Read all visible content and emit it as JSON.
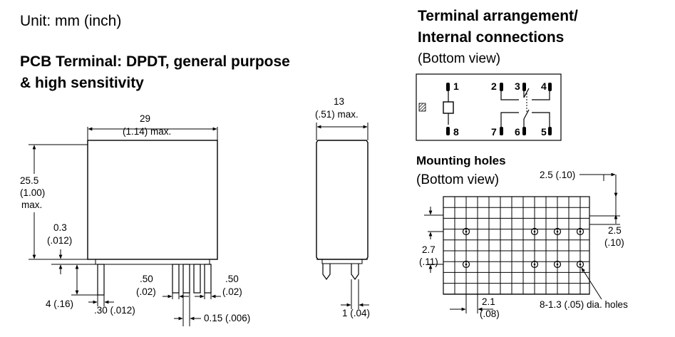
{
  "unit_label": "Unit: mm (inch)",
  "pcb_title_line1": "PCB Terminal: DPDT, general purpose",
  "pcb_title_line2": "& high sensitivity",
  "terminal_title_line1": "Terminal arrangement/",
  "terminal_title_line2": "Internal connections",
  "terminal_view": "(Bottom view)",
  "mounting_title": "Mounting holes",
  "mounting_view": "(Bottom view)",
  "front_dims": {
    "width_mm": "29",
    "width_in": "(1.14) max.",
    "height_mm": "25.5",
    "height_in": "(1.00)",
    "height_max": "max.",
    "standoff_mm": "0.3",
    "standoff_in": "(.012)",
    "pin_len": "4 (.16)",
    "pin_w": ".30 (.012)",
    "pitch_a_mm": ".50",
    "pitch_a_in": "(.02)",
    "pitch_b_mm": ".50",
    "pitch_b_in": "(.02)",
    "thick": "0.15 (.006)"
  },
  "side_dims": {
    "depth_mm": "13",
    "depth_in": "(.51) max.",
    "pin_w": "1 (.04)"
  },
  "pin_labels": [
    "1",
    "2",
    "3",
    "4",
    "8",
    "7",
    "6",
    "5"
  ],
  "mount_dims": {
    "top_spacing": "2.5 (.10)",
    "right_mm": "2.5",
    "right_in": "(.10)",
    "left_mm": "2.7",
    "left_in": "(.11)",
    "bottom_mm": "2.1",
    "bottom_in": "(.08)",
    "holes": "8-1.3 (.05) dia. holes"
  }
}
